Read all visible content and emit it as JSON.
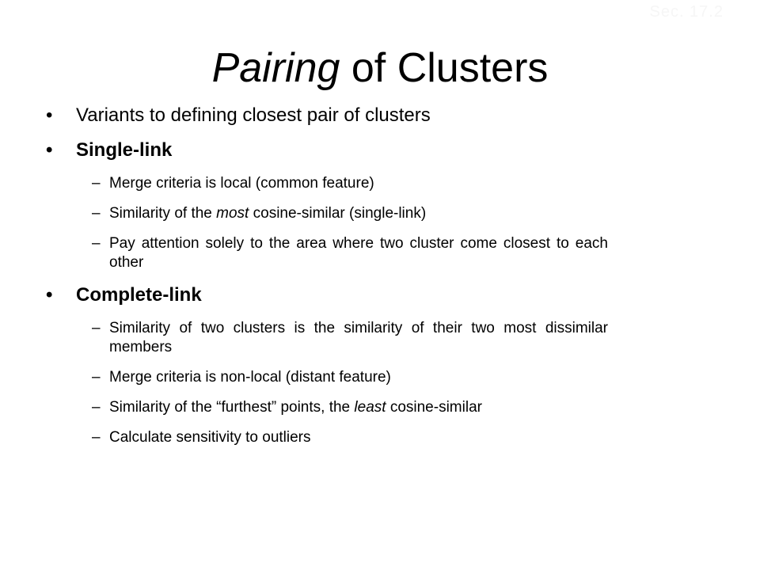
{
  "slide": {
    "section_ref": "Sec. 17.2",
    "title_italic": "Pairing",
    "title_rest": " of Clusters",
    "bullets": [
      {
        "text": "Variants to defining closest pair of clusters"
      },
      {
        "text": "Single-link",
        "subs": [
          {
            "text": "Merge criteria is local (common feature)"
          },
          {
            "before": "Similarity of the ",
            "italic": "most",
            "after": " cosine-similar (single-link)"
          },
          {
            "text": "Pay attention solely to the area where two cluster come closest to each other"
          }
        ]
      },
      {
        "text": "Complete-link",
        "subs": [
          {
            "text": "Similarity of two clusters is the similarity of their two most dissimilar members"
          },
          {
            "text": "Merge criteria is non-local (distant feature)"
          },
          {
            "before": "Similarity of the “furthest” points, the ",
            "italic": "least",
            "after": " cosine-similar"
          },
          {
            "text": "Calculate sensitivity to outliers"
          }
        ]
      }
    ]
  }
}
